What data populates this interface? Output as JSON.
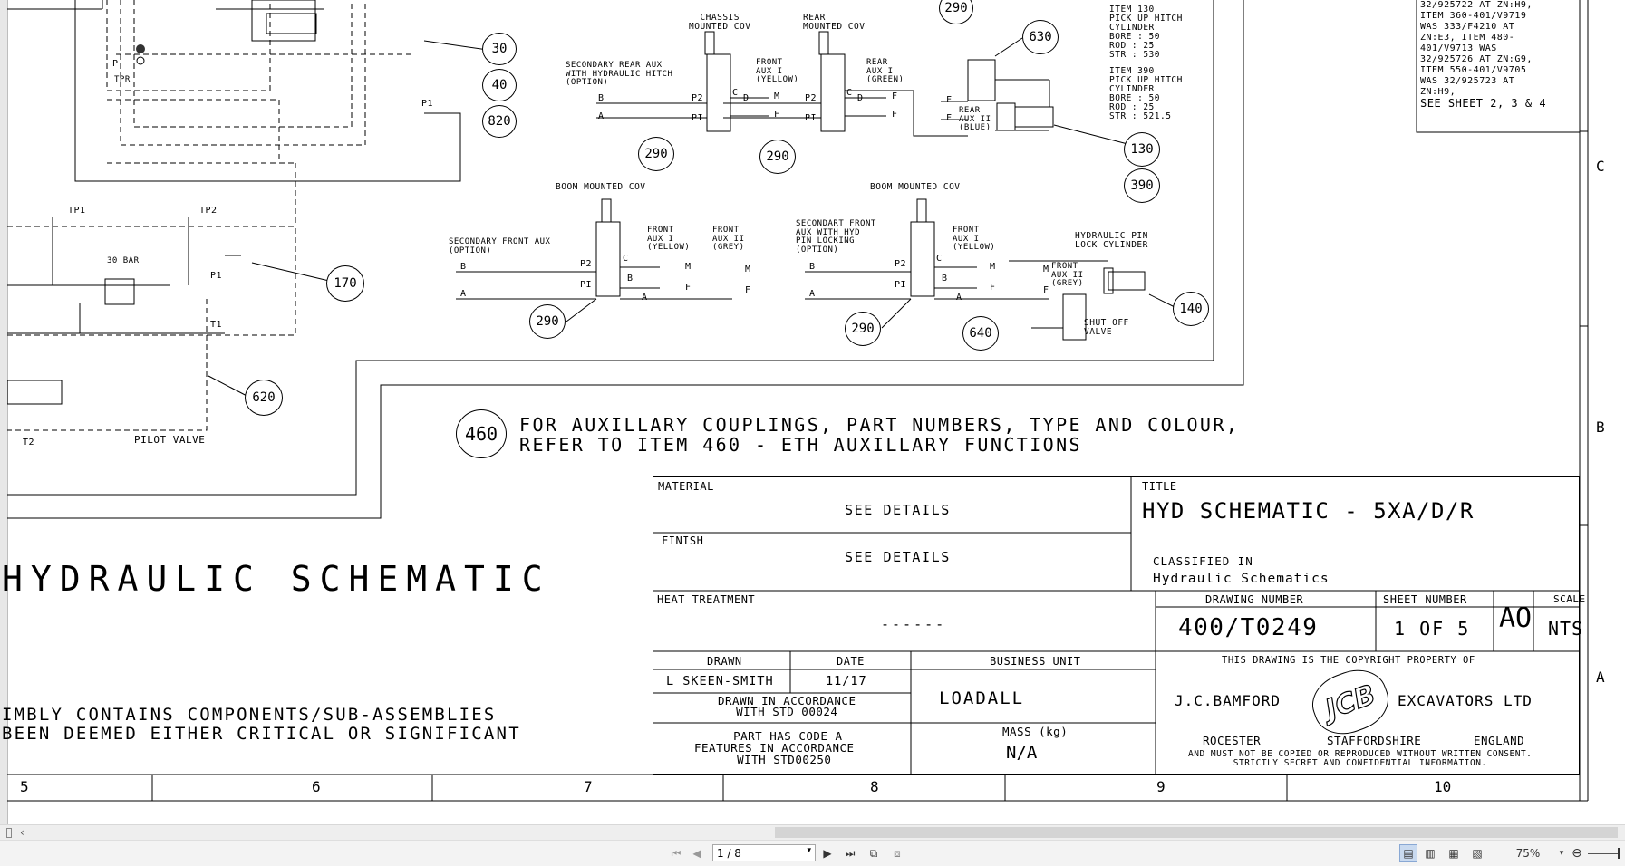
{
  "schematic": {
    "item_notes": [
      "ITEM 130",
      "PICK UP HITCH",
      "CYLINDER",
      "BORE : 50",
      "ROD : 25",
      "STR : 530",
      "ITEM 390",
      "PICK UP HITCH",
      "CYLINDER",
      "BORE : 50",
      "ROD : 25",
      "STR : 521.5"
    ],
    "revision_notes": [
      "32/925722 AT ZN:H9,",
      "ITEM 360-401/V9719",
      "WAS 333/F4210 AT",
      "ZN:E3, ITEM 480-",
      "401/V9713 WAS",
      "32/925726 AT ZN:G9,",
      "ITEM 550-401/V9705",
      "WAS 32/925723 AT",
      "ZN:H9,",
      "SEE SHEET 2, 3 & 4"
    ],
    "labels": {
      "chassis_cov": [
        "CHASSIS",
        "MOUNTED COV"
      ],
      "rear_cov": [
        "REAR",
        "MOUNTED COV"
      ],
      "secondary_rear_aux": [
        "SECONDARY REAR AUX",
        "WITH HYDRAULIC HITCH",
        "(OPTION)"
      ],
      "front_aux_yellow": [
        "FRONT",
        "AUX I",
        "(YELLOW)"
      ],
      "rear_aux_green": [
        "REAR",
        "AUX I",
        "(GREEN)"
      ],
      "rear_aux_blue": [
        "REAR",
        "AUX II",
        "(BLUE)"
      ],
      "boom_cov_1": "BOOM MOUNTED COV",
      "boom_cov_2": "BOOM MOUNTED COV",
      "secondary_front_aux": [
        "SECONDARY FRONT AUX",
        "(OPTION)"
      ],
      "front_aux_i_yellow": [
        "FRONT",
        "AUX I",
        "(YELLOW)"
      ],
      "front_aux_ii_grey": [
        "FRONT",
        "AUX II",
        "(GREY)"
      ],
      "secondart_front_aux": [
        "SECONDART FRONT",
        "AUX WITH HYD",
        "PIN LOCKING",
        "(OPTION)"
      ],
      "front_aux_i_yellow_2": [
        "FRONT",
        "AUX I",
        "(YELLOW)"
      ],
      "front_aux_ii_grey_2": [
        "FRONT",
        "AUX II",
        "(GREY)"
      ],
      "hyd_pin_lock": [
        "HYDRAULIC PIN",
        "LOCK CYLINDER"
      ],
      "shut_off": [
        "SHUT OFF",
        "VALVE"
      ],
      "tp1": "TP1",
      "tp2": "TP2",
      "bar30": "30 BAR",
      "p1": "P1",
      "t1": "T1",
      "t2": "T2",
      "pilot_valve": "PILOT VALVE",
      "pr": "P",
      "tpr": "TPR",
      "port_b": "B",
      "port_a": "A",
      "port_p2": "P2",
      "port_p1": "PI",
      "port_c": "C",
      "port_d": "D",
      "port_m": "M",
      "port_f": "F"
    },
    "bubbles": [
      "290",
      "630",
      "30",
      "40",
      "820",
      "290",
      "290",
      "130",
      "390",
      "170",
      "290",
      "290",
      "640",
      "140",
      "620",
      "460"
    ],
    "note_460": [
      "FOR AUXILLARY COUPLINGS, PART NUMBERS, TYPE AND COLOUR,",
      "REFER TO ITEM 460 - ETH AUXILLARY FUNCTIONS"
    ],
    "big_title": "HYDRAULIC SCHEMATIC",
    "bottom_notes": [
      "IMBLY CONTAINS COMPONENTS/SUB-ASSEMBLIES",
      " BEEN DEEMED EITHER CRITICAL OR SIGNIFICANT"
    ]
  },
  "title_block": {
    "material_label": "MATERIAL",
    "material_value": "SEE DETAILS",
    "finish_label": "FINISH",
    "finish_value": "SEE DETAILS",
    "heat_label": "HEAT TREATMENT",
    "heat_value": "------",
    "title_label": "TITLE",
    "title_value": "HYD SCHEMATIC - 5XA/D/R",
    "classified_label": "CLASSIFIED IN",
    "classified_value": "Hydraulic Schematics",
    "drawing_number_label": "DRAWING NUMBER",
    "drawing_number": "400/T0249",
    "sheet_label": "SHEET NUMBER",
    "sheet_value": "1 OF 5",
    "size": "AO",
    "scale_label": "SCALE",
    "scale_value": "NTS",
    "drawn_label": "DRAWN",
    "drawn_value": "L SKEEN-SMITH",
    "date_label": "DATE",
    "date_value": "11/17",
    "accordance": [
      "DRAWN IN ACCORDANCE",
      "WITH STD 00024"
    ],
    "part_code": [
      "PART HAS CODE A",
      "FEATURES IN ACCORDANCE",
      "WITH STD00250"
    ],
    "business_label": "BUSINESS UNIT",
    "business_value": "LOADALL",
    "mass_label": "MASS (kg)",
    "mass_value": "N/A",
    "copyright_line": "THIS DRAWING IS THE COPYRIGHT PROPERTY OF",
    "company_left": "J.C.BAMFORD",
    "company_right": "EXCAVATORS LTD",
    "logo": "JCB",
    "location": [
      "ROCESTER",
      "STAFFORDSHIRE",
      "ENGLAND"
    ],
    "disclaimer": [
      "AND MUST NOT BE COPIED OR REPRODUCED WITHOUT WRITTEN CONSENT.",
      "STRICTLY SECRET AND CONFIDENTIAL INFORMATION."
    ]
  },
  "zones_bottom": [
    "5",
    "6",
    "7",
    "8",
    "9",
    "10"
  ],
  "zones_right": [
    "C",
    "B",
    "A"
  ],
  "viewer": {
    "page_display": "1 / 8",
    "zoom": "75%",
    "icons": [
      "first-page-icon",
      "prev-page-icon",
      "next-page-icon",
      "last-page-icon",
      "rotate-icon",
      "fit-icon"
    ]
  }
}
